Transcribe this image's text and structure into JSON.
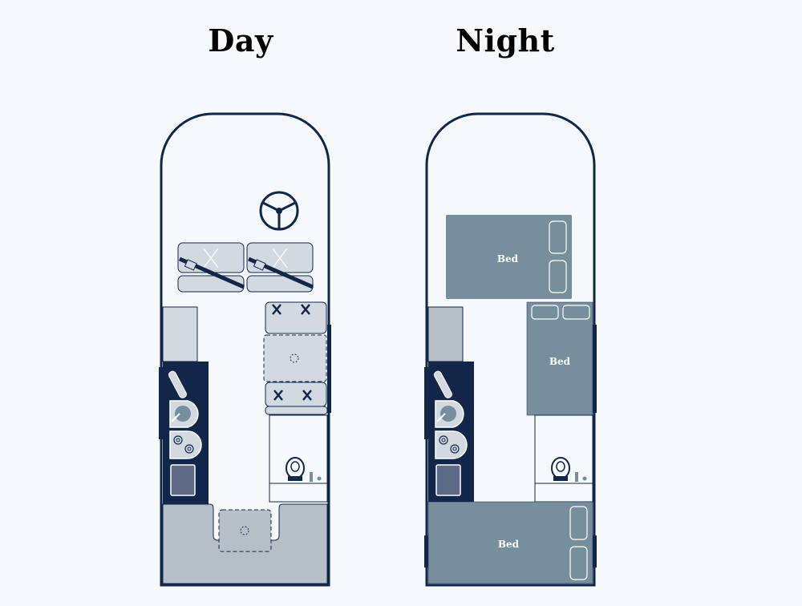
{
  "titles": {
    "day": "Day",
    "night": "Night"
  },
  "night_beds": {
    "front_label": "Bed",
    "middle_label": "Bed",
    "rear_label": "Bed"
  },
  "icons": {
    "steering": "steering-wheel-icon",
    "seatbelt": "seatbelt-icon",
    "sink": "sink-icon",
    "hob": "hob-burner-icon",
    "toilet": "toilet-icon",
    "pillow": "pillow-icon",
    "table_mount": "table-mount-icon"
  },
  "colors": {
    "background": "#f6f9fb",
    "outline": "#12264a",
    "kitchen_unit": "#12264a",
    "cushion": "#d2d9e0",
    "bench": "#b6bec8",
    "bed": "#778f9d",
    "fridge": "#5d6a85",
    "title": "#000000"
  }
}
